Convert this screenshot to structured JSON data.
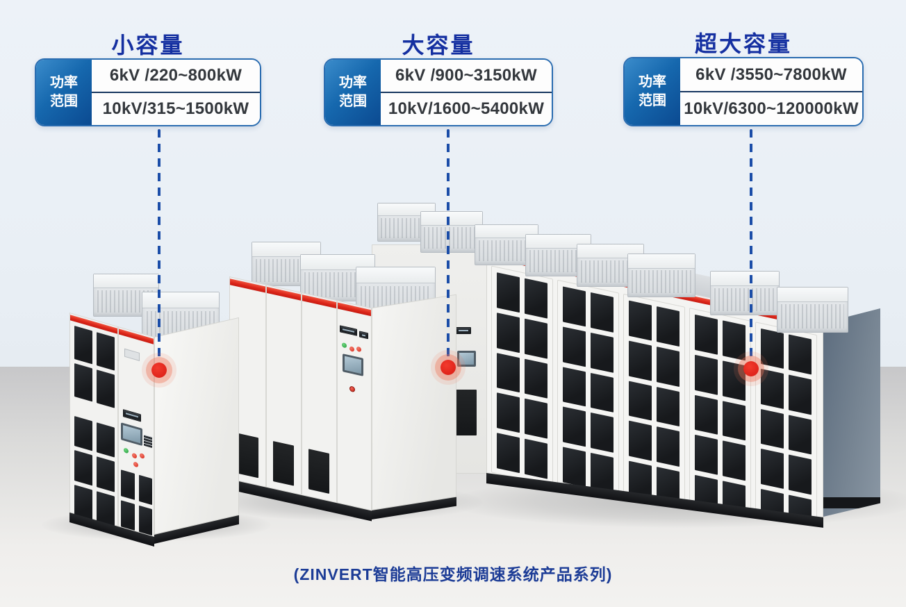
{
  "callouts": [
    {
      "title": "小容量",
      "range_label": "功率\n范围",
      "rows": [
        "6kV /220~800kW",
        "10kV/315~1500kW"
      ]
    },
    {
      "title": "大容量",
      "range_label": "功率\n范围",
      "rows": [
        "6kV /900~3150kW",
        "10kV/1600~5400kW"
      ]
    },
    {
      "title": "超大容量",
      "range_label": "功率\n范围",
      "rows": [
        "6kV /3550~7800kW",
        "10kV/6300~120000kW"
      ]
    }
  ],
  "caption": "(ZINVERT智能高压变频调速系统产品系列)",
  "colors": {
    "accent_red": "#da2418",
    "dash_blue": "#1b4da8",
    "title_blue": "#1530a1",
    "caption_blue": "#1c3c96",
    "card_border_blue": "#2a6cb0",
    "range_gradient_start": "#3b8ccb",
    "range_gradient_end": "#0b4a91",
    "divider_navy": "#16365f",
    "marker_red": "#d81a12"
  }
}
